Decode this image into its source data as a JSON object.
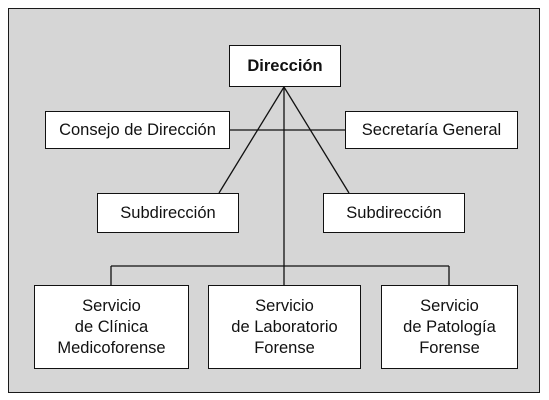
{
  "diagram": {
    "nodes": {
      "direccion": "Dirección",
      "consejo": "Consejo de Dirección",
      "secretaria": "Secretaría General",
      "subdireccion_left": "Subdirección",
      "subdireccion_right": "Subdirección",
      "servicio_clinica": "Servicio\nde Clínica\nMedicoforense",
      "servicio_laboratorio": "Servicio\nde Laboratorio\nForense",
      "servicio_patologia": "Servicio\nde Patología\nForense"
    },
    "edges": [
      {
        "from": "direccion",
        "to": "consejo"
      },
      {
        "from": "direccion",
        "to": "secretaria"
      },
      {
        "from": "direccion",
        "to": "subdireccion_left"
      },
      {
        "from": "direccion",
        "to": "subdireccion_right"
      },
      {
        "from": "direccion",
        "to": "servicio_clinica"
      },
      {
        "from": "direccion",
        "to": "servicio_laboratorio"
      },
      {
        "from": "direccion",
        "to": "servicio_patologia"
      }
    ]
  }
}
